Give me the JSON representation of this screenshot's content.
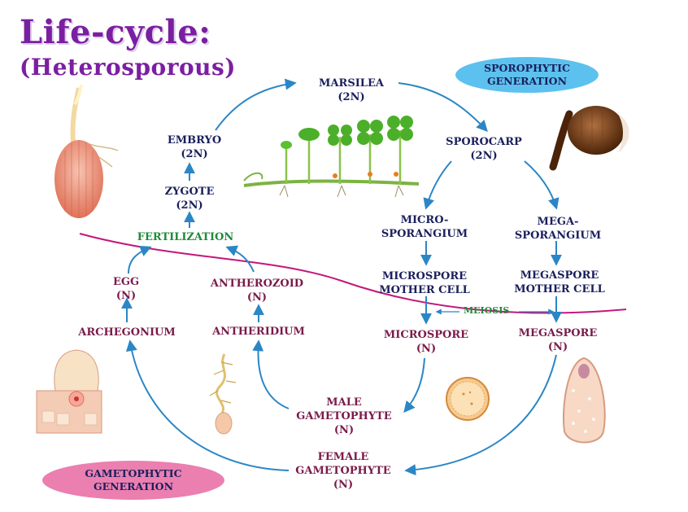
{
  "title": {
    "line1": "Life-cycle:",
    "line2": "(Heterosporous)"
  },
  "generations": {
    "sporophytic": [
      "SPOROPHYTIC",
      "GENERATION"
    ],
    "gametophytic": [
      "GAMETOPHYTIC",
      "GENERATION"
    ]
  },
  "nodes": {
    "marsilea": [
      "MARSILEA",
      "(2N)"
    ],
    "sporocarp": [
      "SPOROCARP",
      "(2N)"
    ],
    "microsporangium": [
      "MICRO-",
      "SPORANGIUM"
    ],
    "megasporangium": [
      "MEGA-",
      "SPORANGIUM"
    ],
    "microspore_mother_cell": [
      "MICROSPORE",
      "MOTHER CELL"
    ],
    "megaspore_mother_cell": [
      "MEGASPORE",
      "MOTHER CELL"
    ],
    "microspore": [
      "MICROSPORE",
      "(N)"
    ],
    "megaspore": [
      "MEGASPORE",
      "(N)"
    ],
    "male_gametophyte": [
      "MALE",
      "GAMETOPHYTE",
      "(N)"
    ],
    "female_gametophyte": [
      "FEMALE",
      "GAMETOPHYTE",
      "(N)"
    ],
    "antheridium": [
      "ANTHERIDIUM"
    ],
    "archegonium": [
      "ARCHEGONIUM"
    ],
    "antherozoid": [
      "ANTHEROZOID",
      "(N)"
    ],
    "egg": [
      "EGG",
      "(N)"
    ],
    "fertilization": [
      "FERTILIZATION"
    ],
    "zygote": [
      "ZYGOTE",
      "(2N)"
    ],
    "embryo": [
      "EMBRYO",
      "(2N)"
    ]
  },
  "meiosis_label": "MEIOSIS",
  "colors": {
    "title": "#7b1fa2",
    "node_text": "#1a1f5c",
    "gametophyte_text": "#7a1a4a",
    "fertilization": "#1e8a3a",
    "arrow": "#2b86c5",
    "divider": "#c2187a",
    "sporophytic_pill": "#5cc1ee",
    "gametophytic_pill": "#ea7fb0"
  }
}
